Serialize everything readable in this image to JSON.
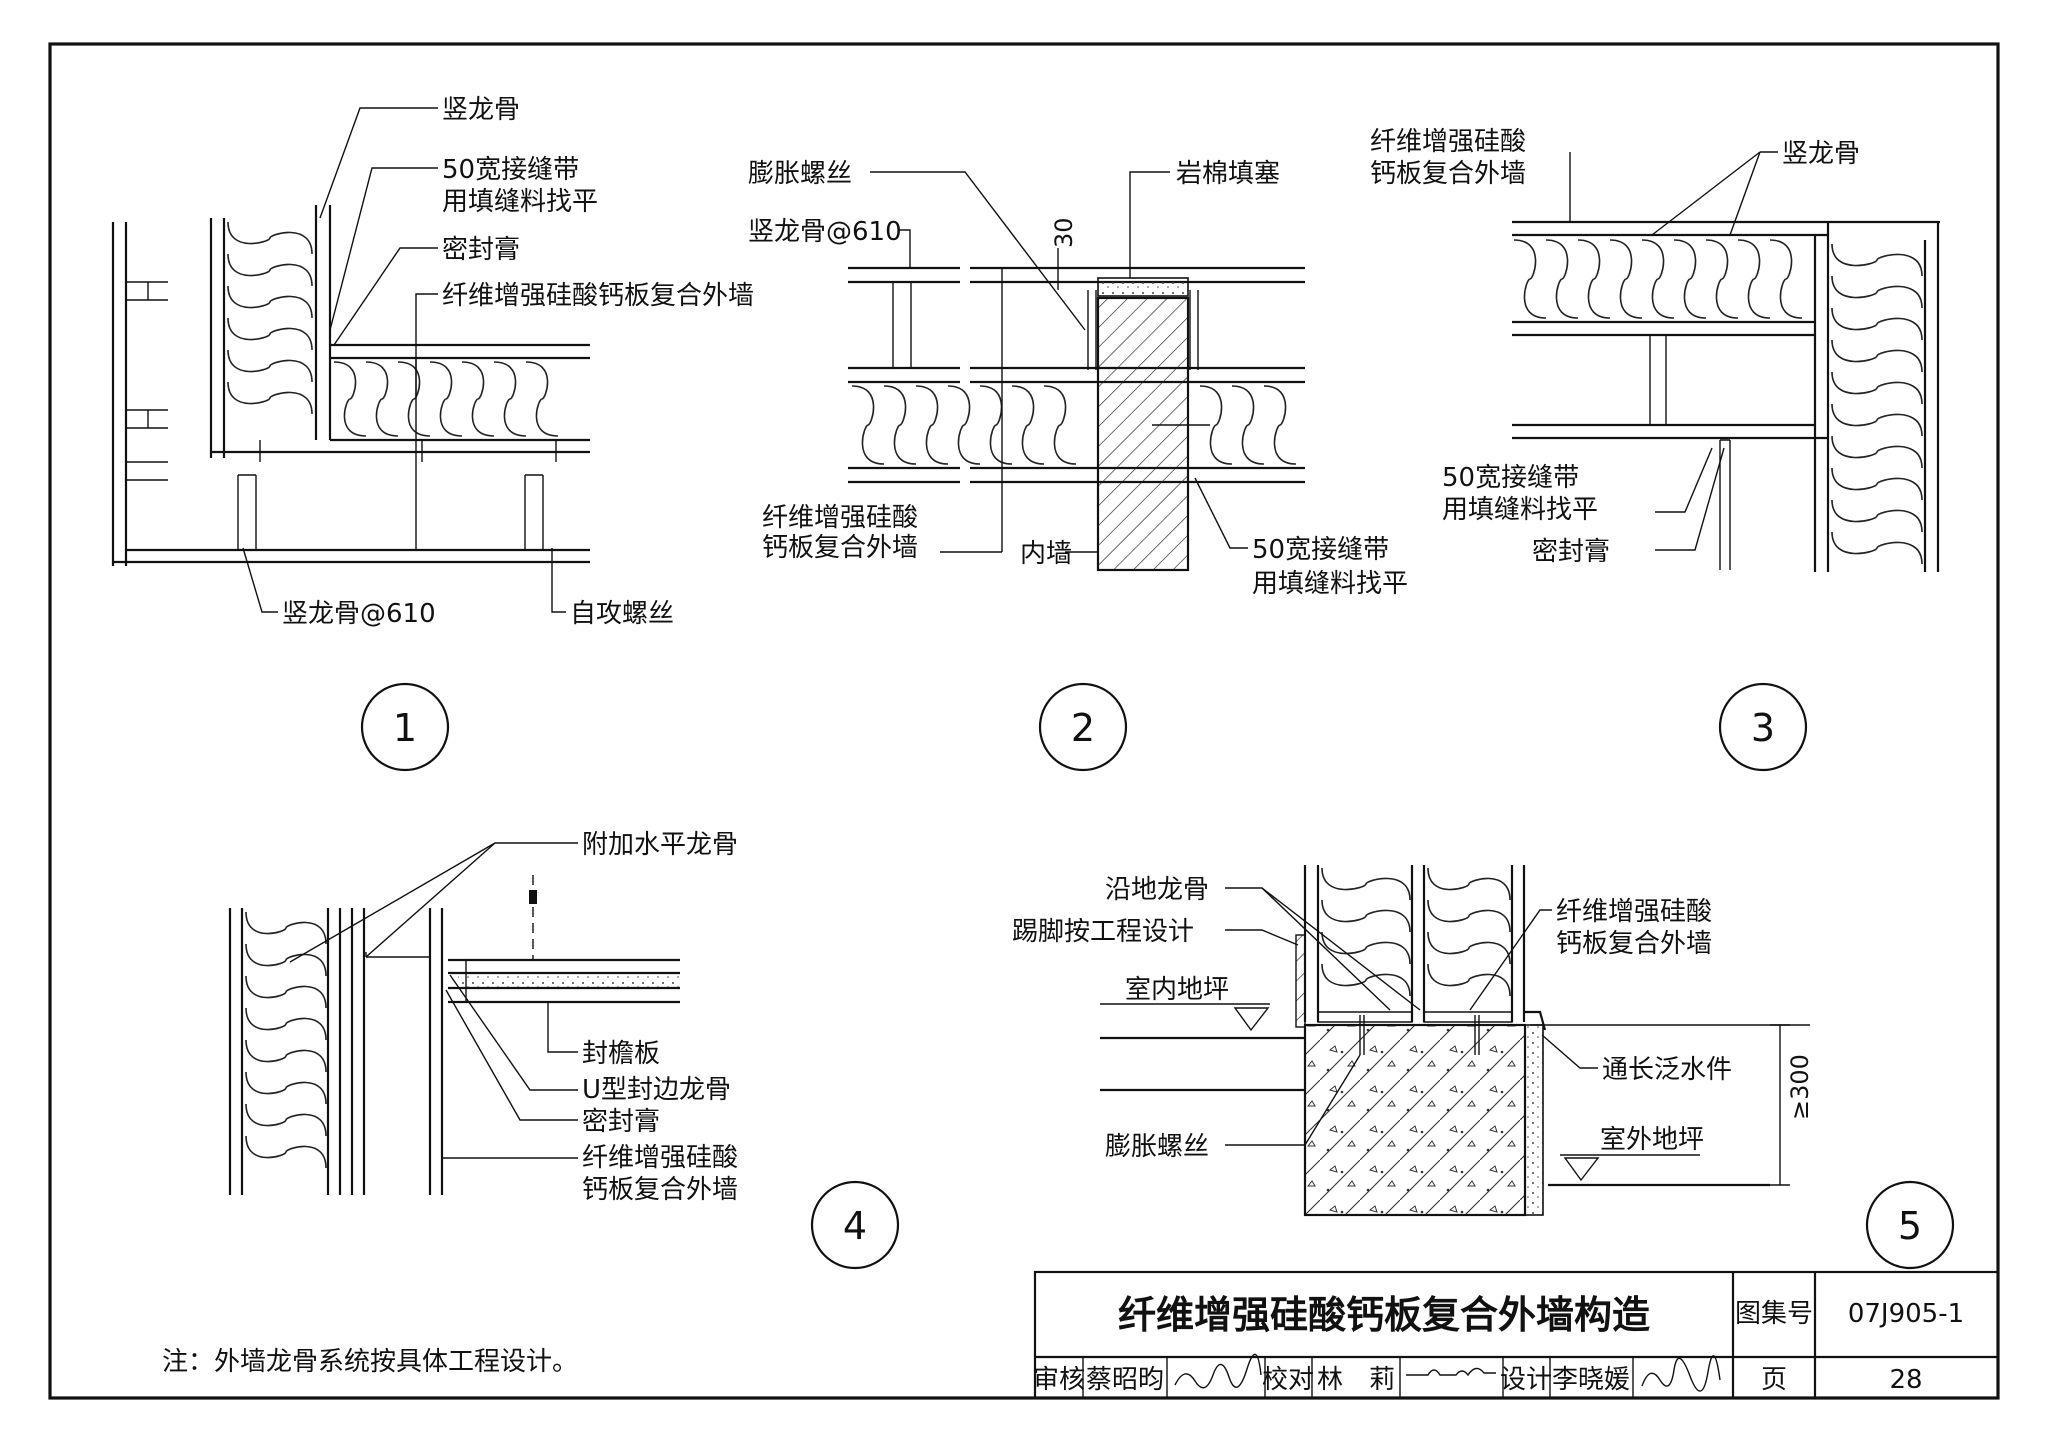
{
  "details": [
    {
      "number": "1",
      "labels": [
        "竖龙骨",
        "50宽接缝带",
        "用填缝料找平",
        "密封膏",
        "纤维增强硅酸钙板复合外墙",
        "竖龙骨@610",
        "自攻螺丝"
      ]
    },
    {
      "number": "2",
      "labels": [
        "膨胀螺丝",
        "岩棉填塞",
        "竖龙骨@610",
        "30",
        "纤维增强硅酸",
        "钙板复合外墙",
        "内墙",
        "50宽接缝带",
        "用填缝料找平"
      ]
    },
    {
      "number": "3",
      "labels": [
        "纤维增强硅酸",
        "钙板复合外墙",
        "竖龙骨",
        "50宽接缝带",
        "用填缝料找平",
        "密封膏"
      ]
    },
    {
      "number": "4",
      "labels": [
        "附加水平龙骨",
        "封檐板",
        "U型封边龙骨",
        "密封膏",
        "纤维增强硅酸",
        "钙板复合外墙"
      ]
    },
    {
      "number": "5",
      "labels": [
        "沿地龙骨",
        "踢脚按工程设计",
        "室内地坪",
        "纤维增强硅酸",
        "钙板复合外墙",
        "通长泛水件",
        "膨胀螺丝",
        "室外地坪",
        "≥300"
      ]
    }
  ],
  "note": "注：外墙龙骨系统按具体工程设计。",
  "title_block": {
    "title": "纤维增强硅酸钙板复合外墙构造",
    "atlas_label": "图集号",
    "atlas_number": "07J905-1",
    "review_label": "审核",
    "reviewer": "蔡昭昀",
    "check_label": "校对",
    "checker": "林　莉",
    "design_label": "设计",
    "designer": "李晓媛",
    "page_label": "页",
    "page_number": "28"
  }
}
